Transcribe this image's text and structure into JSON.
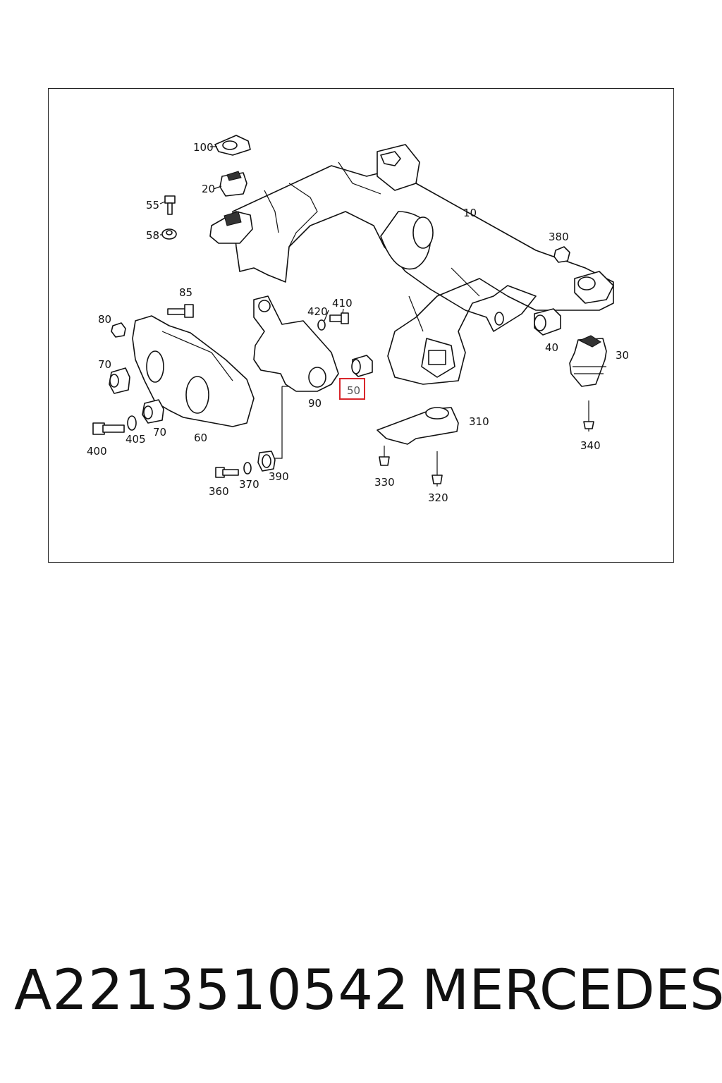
{
  "diagram": {
    "labels": {
      "l100": "100",
      "l20": "20",
      "l55": "55",
      "l58": "58",
      "l10": "10",
      "l380": "380",
      "l85": "85",
      "l420": "420",
      "l410": "410",
      "l80": "80",
      "l70a": "70",
      "l70b": "70",
      "l90": "90",
      "l50": "50",
      "l40": "40",
      "l30": "30",
      "l60": "60",
      "l400": "400",
      "l405": "405",
      "l310": "310",
      "l340": "340",
      "l330": "330",
      "l320": "320",
      "l360": "360",
      "l370": "370",
      "l390": "390"
    },
    "highlighted_part": "50",
    "highlight_color": "#d9262b"
  },
  "footer": {
    "part_number": "A2213510542",
    "brand": "MERCEDES"
  }
}
